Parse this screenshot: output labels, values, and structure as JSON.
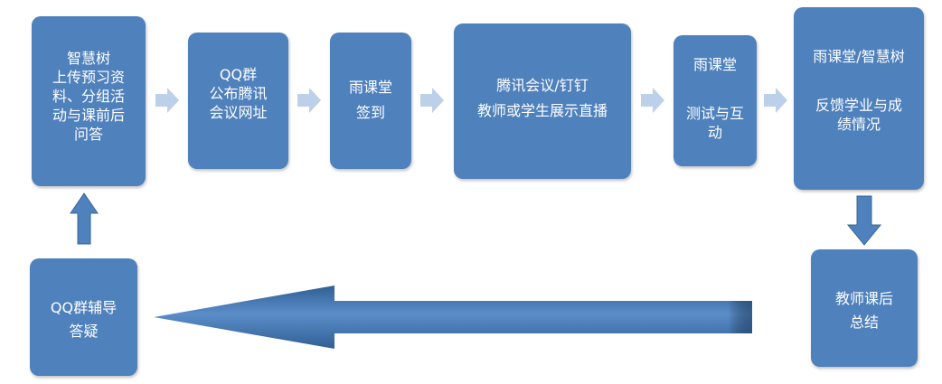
{
  "colors": {
    "box_fill": "#4f81bd",
    "box_text": "#ffffff",
    "chevron": "#bdd0e9",
    "arrow_fill": "#4f81bd"
  },
  "boxes": [
    {
      "id": "zhihuishu-prep",
      "lines": [
        "智慧树",
        "上传预习资",
        "料、分组活",
        "动与课前后",
        "问答"
      ]
    },
    {
      "id": "qq-group-link",
      "lines": [
        "QQ群",
        "公布腾讯",
        "会议网址"
      ]
    },
    {
      "id": "yuketang-checkin",
      "lines": [
        "雨课堂",
        "签到"
      ]
    },
    {
      "id": "tencent-dingtalk-live",
      "lines": [
        "腾讯会议/钉钉",
        "教师或学生展示直播"
      ]
    },
    {
      "id": "yuketang-quiz",
      "lines": [
        "雨课堂",
        "",
        "测试与互",
        "动"
      ]
    },
    {
      "id": "feedback-grades",
      "lines": [
        "雨课堂/智慧树",
        "",
        "反馈学业与成",
        "绩情况"
      ]
    },
    {
      "id": "teacher-summary",
      "lines": [
        "教师课后",
        "总结"
      ]
    },
    {
      "id": "qq-tutoring",
      "lines": [
        "QQ群辅导",
        "答疑"
      ]
    }
  ],
  "icons": [
    "chevron-right-icon",
    "arrow-down-icon",
    "arrow-left-icon",
    "arrow-up-icon"
  ]
}
